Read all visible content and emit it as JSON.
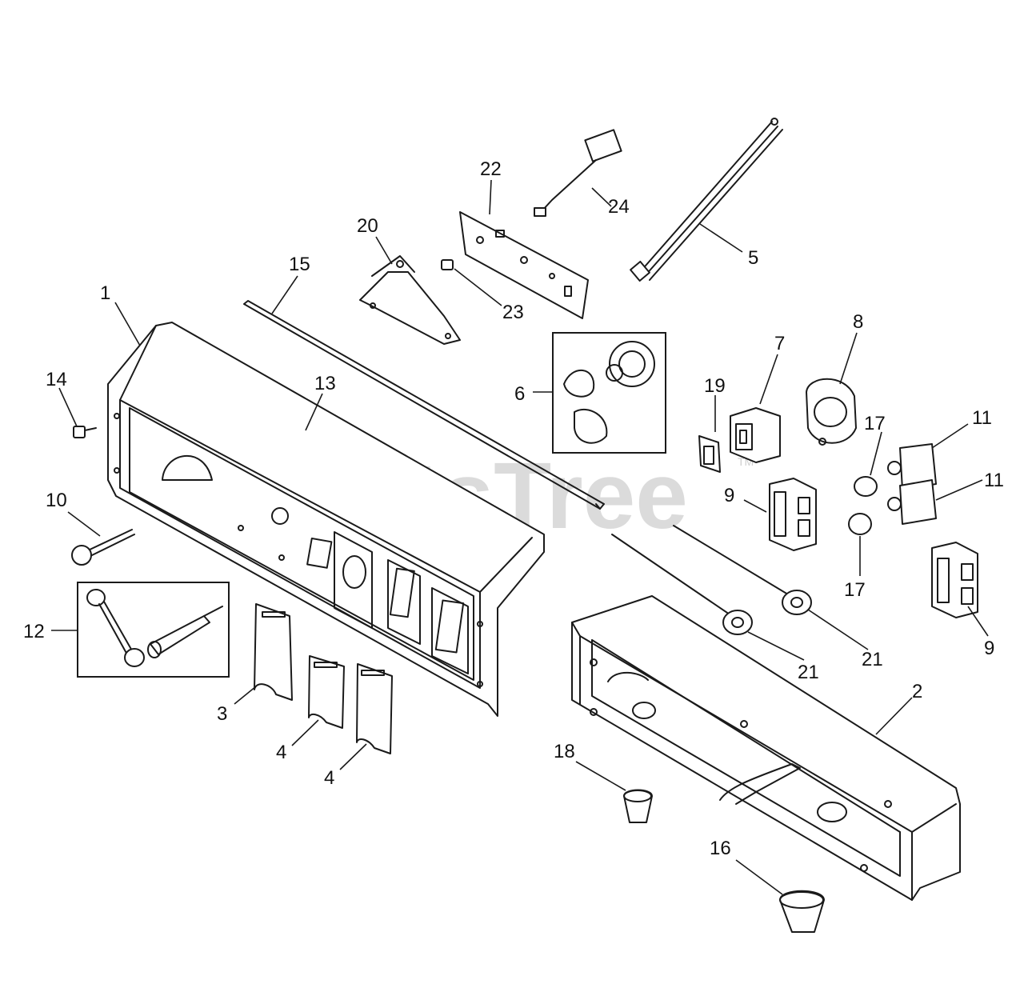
{
  "watermark": {
    "text": "PartsTree",
    "trademark": "TM"
  },
  "callouts": [
    {
      "id": "c1",
      "label": "1"
    },
    {
      "id": "c2",
      "label": "2"
    },
    {
      "id": "c3",
      "label": "3"
    },
    {
      "id": "c4a",
      "label": "4"
    },
    {
      "id": "c4b",
      "label": "4"
    },
    {
      "id": "c5",
      "label": "5"
    },
    {
      "id": "c6",
      "label": "6"
    },
    {
      "id": "c7",
      "label": "7"
    },
    {
      "id": "c8",
      "label": "8"
    },
    {
      "id": "c9a",
      "label": "9"
    },
    {
      "id": "c9b",
      "label": "9"
    },
    {
      "id": "c10",
      "label": "10"
    },
    {
      "id": "c11a",
      "label": "11"
    },
    {
      "id": "c11b",
      "label": "11"
    },
    {
      "id": "c12",
      "label": "12"
    },
    {
      "id": "c13",
      "label": "13"
    },
    {
      "id": "c14",
      "label": "14"
    },
    {
      "id": "c15",
      "label": "15"
    },
    {
      "id": "c16",
      "label": "16"
    },
    {
      "id": "c17a",
      "label": "17"
    },
    {
      "id": "c17b",
      "label": "17"
    },
    {
      "id": "c18",
      "label": "18"
    },
    {
      "id": "c19",
      "label": "19"
    },
    {
      "id": "c20",
      "label": "20"
    },
    {
      "id": "c21a",
      "label": "21"
    },
    {
      "id": "c21b",
      "label": "21"
    },
    {
      "id": "c22",
      "label": "22"
    },
    {
      "id": "c23",
      "label": "23"
    },
    {
      "id": "c24",
      "label": "24"
    }
  ]
}
